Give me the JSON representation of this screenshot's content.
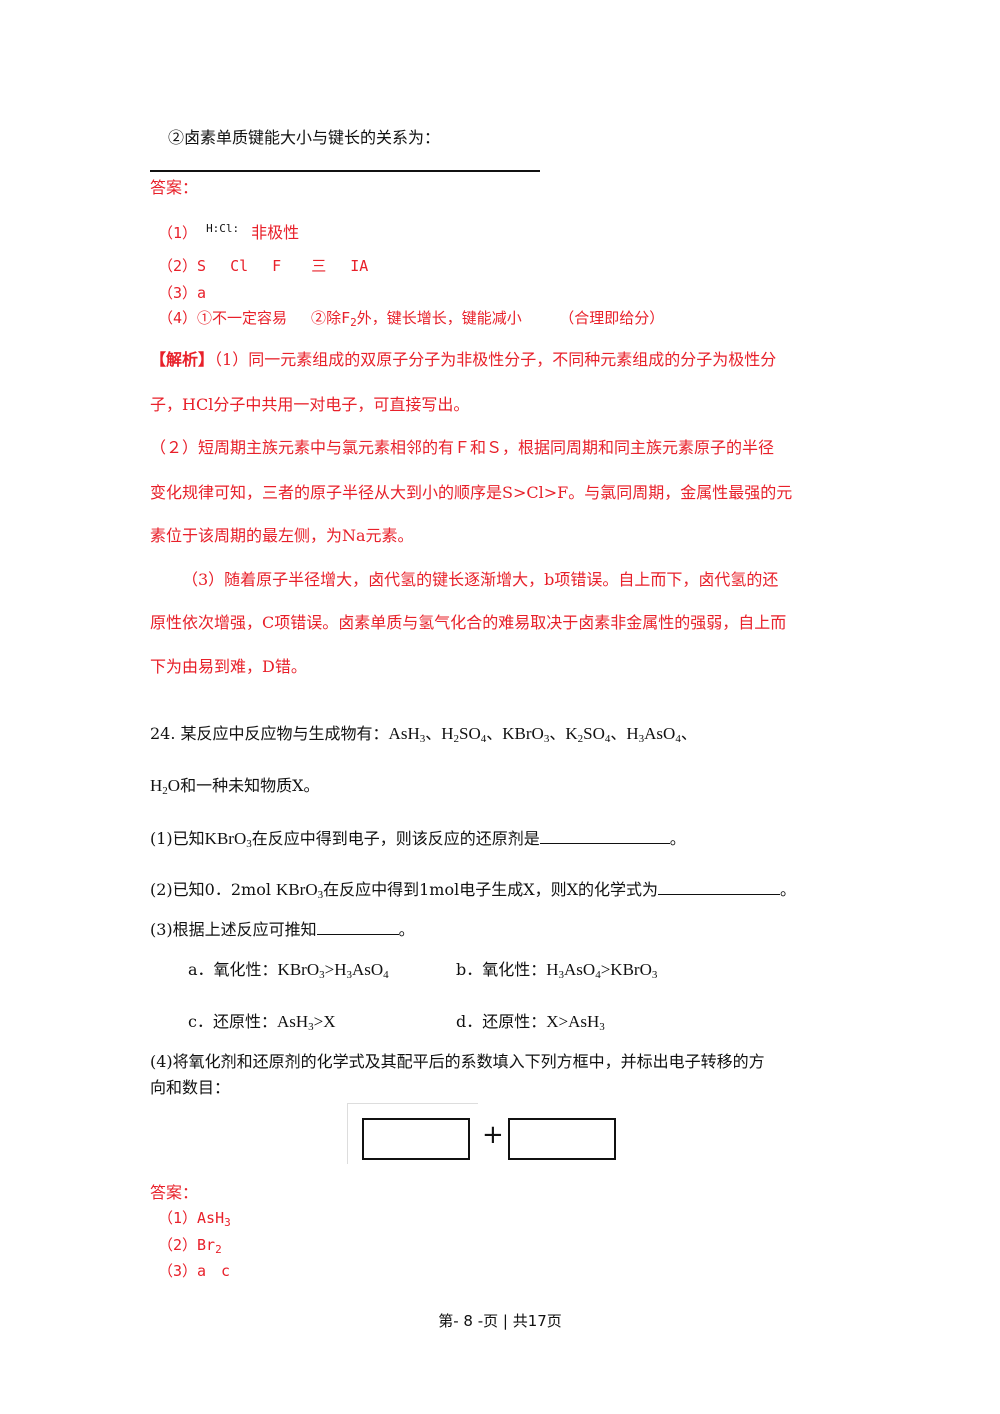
{
  "q23_tail": {
    "line2": "②卤素单质键能大小与键长的关系为：",
    "answer_label": "答案：",
    "a1_num": "（1）",
    "a1_lewis": "H:Cl:",
    "a1_text": "非极性",
    "a2": "（2）S　 Cl　 F　　三　 IA",
    "a3": "（3）a",
    "a4_p1": "（4）①不一定容易　 ②除F",
    "a4_sub": "2",
    "a4_p2": "外，键长增长，键能减小　　　（合理即给分）",
    "jx_label": "【解析】",
    "jx1": "（1）同一元素组成的双原子分子为非极性分子，不同种元素组成的分子为极性分",
    "jx2": "子，HCl分子中共用一对电子，可直接写出。",
    "jx3": "（２）短周期主族元素中与氯元素相邻的有Ｆ和Ｓ，根据同周期和同主族元素原子的半径",
    "jx4": "变化规律可知，三者的原子半径从大到小的顺序是S>Cl>F。与氯同周期，金属性最强的元",
    "jx5": "素位于该周期的最左侧，为Na元素。",
    "jx6": "（3）随着原子半径增大，卤代氢的键长逐渐增大，b项错误。自上而下，卤代氢的还",
    "jx7": "原性依次增强，C项错误。卤素单质与氢气化合的难易取决于卤素非金属性的强弱，自上而",
    "jx8": "下为由易到难，D错。"
  },
  "q24": {
    "intro": "24. 某反应中反应物与生成物有：",
    "sep": "、",
    "s_AsH": "AsH",
    "s_H": "H",
    "s_SO": "SO",
    "s_KBrO": "KBrO",
    "s_K": "K",
    "s_AsO": "AsO",
    "sub2": "2",
    "sub3": "3",
    "sub4": "4",
    "s_O": "O",
    "line2_tail": "和一种未知物质X。",
    "p1_a": "(1)已知",
    "p1_b": "在反应中得到电子，则该反应的还原剂是",
    "p1_c": "。",
    "p2_a": "(2)已知0．2mol",
    "p2_b": "在反应中得到1mol电子生成X，则X的化学式为",
    "p2_c": "。",
    "p3": "(3)根据上述反应可推知",
    "p3_end": "。",
    "opt_a": "a．氧化性：",
    "opt_b": "b．氧化性：",
    "opt_c": "c．还原性：",
    "opt_d": "d．还原性：",
    "gt": ">",
    "s_X": "X",
    "p4_l1": "(4)将氧化剂和还原剂的化学式及其配平后的系数填入下列方框中，并标出电子转移的方",
    "p4_l2": "向和数目：",
    "plus": "+",
    "answer_label": "答案：",
    "ans1_a": "（1）AsH",
    "ans2_a": "（2）Br",
    "ans3": "（3）a　c"
  },
  "footer": {
    "text": "第- 8 -页 | 共17页"
  }
}
